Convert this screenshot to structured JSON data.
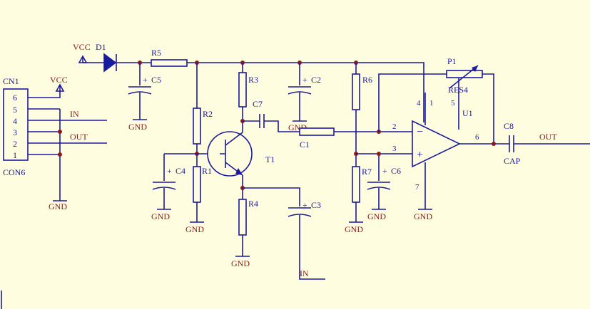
{
  "connector": {
    "ref": "CN1",
    "type": "CON6",
    "pins": [
      "6",
      "5",
      "4",
      "3",
      "2",
      "1"
    ]
  },
  "power": {
    "vcc": "VCC",
    "gnd": "GND"
  },
  "nets": {
    "in": "IN",
    "out": "OUT",
    "cap": "CAP"
  },
  "parts": {
    "d1": "D1",
    "r5": "R5",
    "c5": "C5",
    "r2": "R2",
    "r1": "R1",
    "c4": "C4",
    "r3": "R3",
    "c7": "C7",
    "t1": "T1",
    "r4": "R4",
    "c3": "C3",
    "c2": "C2",
    "c1": "C1",
    "r6": "R6",
    "r7": "R7",
    "c6": "C6",
    "p1": "P1",
    "p1_type": "RES4",
    "u1": "U1",
    "c8": "C8"
  },
  "polarity": {
    "plus": "+",
    "minus": "−"
  },
  "u1_pins": {
    "p2": "2",
    "p3": "3",
    "p4": "4",
    "p1": "1",
    "p5": "5",
    "p6": "6",
    "p7": "7"
  }
}
